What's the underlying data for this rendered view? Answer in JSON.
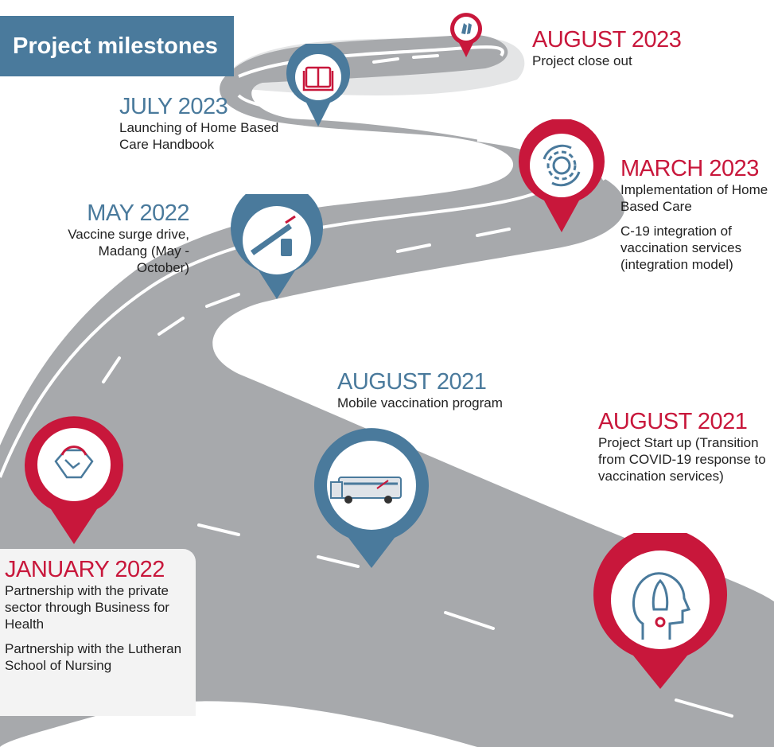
{
  "title": "Project milestones",
  "colors": {
    "red": "#c8173b",
    "blue": "#4a7a9c",
    "road": "#a7a9ac"
  },
  "milestones": {
    "aug2023": {
      "date": "AUGUST 2023",
      "lines": [
        "Project close out"
      ],
      "icon": "clapping-hands-icon",
      "color": "red"
    },
    "jul2023": {
      "date": "JULY 2023",
      "lines": [
        "Launching of Home Based Care Handbook"
      ],
      "icon": "book-icon",
      "color": "blue"
    },
    "mar2023": {
      "date": "MARCH 2023",
      "lines": [
        "Implementation of Home Based Care",
        "C-19 integration of vaccination services (integration model)"
      ],
      "icon": "gear-cycle-icon",
      "color": "red"
    },
    "may2022": {
      "date": "MAY 2022",
      "lines": [
        "Vaccine surge drive, Madang (May - October)"
      ],
      "icon": "syringe-vial-icon",
      "color": "blue"
    },
    "aug2021_mobile": {
      "date": "AUGUST 2021",
      "lines": [
        "Mobile vaccination program"
      ],
      "icon": "ambulance-icon",
      "color": "blue"
    },
    "aug2021_start": {
      "date": "AUGUST 2021",
      "lines": [
        "Project Start up (Transition from COVID-19 response to vaccination services)"
      ],
      "icon": "head-rocket-icon",
      "color": "red"
    },
    "jan2022": {
      "date": "JANUARY 2022",
      "lines": [
        "Partnership with the private sector through Business for Health",
        "Partnership with the Lutheran School of Nursing"
      ],
      "icon": "handshake-gear-icon",
      "color": "red"
    }
  }
}
